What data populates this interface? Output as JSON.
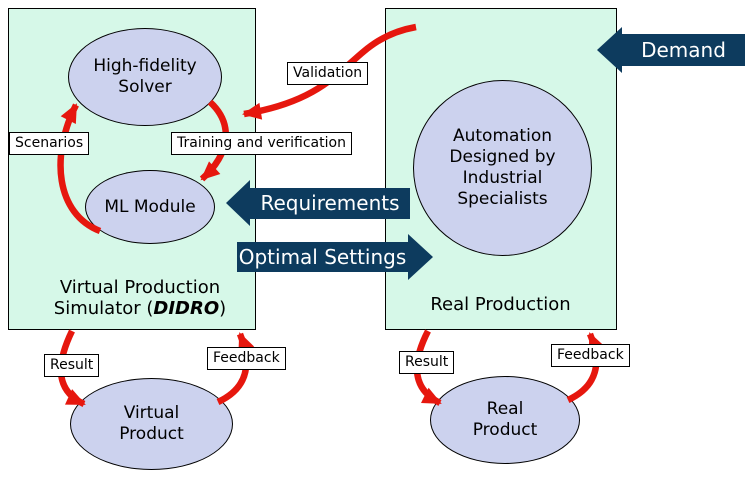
{
  "colors": {
    "box_fill": "#d6f8e8",
    "node_fill": "#ccd2ee",
    "block_arrow_fill": "#0d3b5e",
    "cycle_arrow": "#e6170e",
    "outline": "#000000"
  },
  "left_box": {
    "solver": {
      "lines": [
        "High-fidelity",
        "Solver"
      ]
    },
    "ml_module": {
      "label": "ML Module"
    },
    "caption": {
      "line1": "Virtual Production",
      "line2_prefix": "Simulator (",
      "line2_emphasis": "DIDRO",
      "line2_suffix": ")"
    }
  },
  "right_box": {
    "automation": {
      "lines": [
        "Automation",
        "Designed by",
        "Industrial",
        "Specialists"
      ]
    },
    "caption": "Real Production"
  },
  "block_arrows": {
    "demand": "Demand",
    "requirements": "Requirements",
    "optimal_settings": "Optimal Settings"
  },
  "flow_labels": {
    "scenarios": "Scenarios",
    "training": "Training and verification",
    "validation": "Validation",
    "result_left": "Result",
    "feedback_left": "Feedback",
    "result_right": "Result",
    "feedback_right": "Feedback"
  },
  "products": {
    "virtual": {
      "lines": [
        "Virtual",
        "Product"
      ]
    },
    "real": {
      "lines": [
        "Real",
        "Product"
      ]
    }
  }
}
